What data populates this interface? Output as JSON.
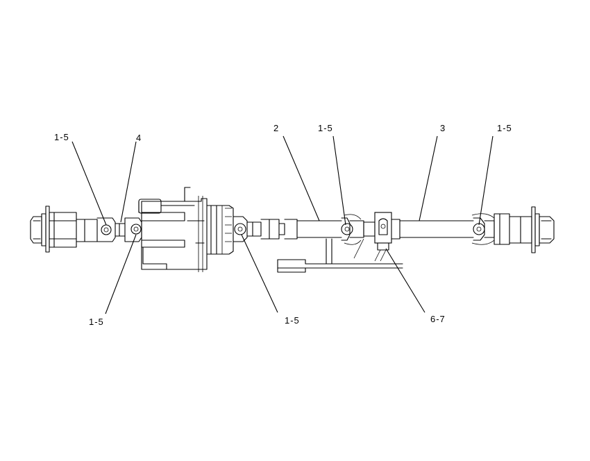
{
  "callouts": {
    "left_outer_joint": "1-5",
    "left_shaft": "4",
    "lower_left_joint": "1-5",
    "center_joint": "1-5",
    "front_shaft": "2",
    "middle_joint": "1-5",
    "rear_shaft": "3",
    "right_joint": "1-5",
    "support_bearing": "6-7"
  }
}
